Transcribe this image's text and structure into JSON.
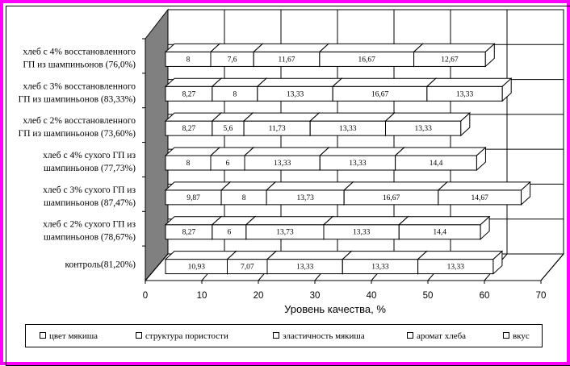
{
  "chart_data": {
    "type": "bar",
    "orientation": "horizontal",
    "stacked": true,
    "xlabel": "Уровень качества, %",
    "xlim": [
      0,
      70
    ],
    "xticks": [
      "0",
      "10",
      "20",
      "30",
      "40",
      "50",
      "60",
      "70"
    ],
    "categories": [
      "хлеб с 4% восстановленного ГП из шампиньонов (76,0%)",
      "хлеб с 3% восстановленного ГП из шампиньонов (83,33%)",
      "хлеб с 2% восстановленного ГП из шампиньонов (73,60%)",
      "хлеб с 4% сухого ГП из шампиньонов (77,73%)",
      "хлеб с 3% сухого ГП из шампиньонов (87,47%)",
      "хлеб с 2% сухого ГП из шампиньонов (78,67%)",
      "контроль(81,20%)"
    ],
    "category_lines": [
      [
        "хлеб с 4% восстановленного",
        "ГП из шампиньонов (76,0%)"
      ],
      [
        "хлеб с 3% восстановленного",
        "ГП из шампиньонов (83,33%)"
      ],
      [
        "хлеб с 2% восстановленного",
        "ГП из шампиньонов (73,60%)"
      ],
      [
        "хлеб с 4% сухого ГП из",
        "шампиньонов (77,73%)"
      ],
      [
        "хлеб с 3% сухого ГП из",
        "шампиньонов (87,47%)"
      ],
      [
        "хлеб с 2% сухого ГП из",
        "шампиньонов (78,67%)"
      ],
      [
        "контроль(81,20%)"
      ]
    ],
    "series": [
      {
        "name": "цвет мякиша",
        "values": [
          8,
          8.27,
          8.27,
          8,
          9.87,
          8.27,
          10.93
        ],
        "labels": [
          "8",
          "8,27",
          "8,27",
          "8",
          "9,87",
          "8,27",
          "10,93"
        ]
      },
      {
        "name": "структура пористости",
        "values": [
          7.6,
          8,
          5.6,
          6,
          8,
          6,
          7.07
        ],
        "labels": [
          "7,6",
          "8",
          "5,6",
          "6",
          "8",
          "6",
          "7,07"
        ]
      },
      {
        "name": "эластичность мякиша",
        "values": [
          11.67,
          13.33,
          11.73,
          13.33,
          13.73,
          13.73,
          13.33
        ],
        "labels": [
          "11,67",
          "13,33",
          "11,73",
          "13,33",
          "13,73",
          "13,73",
          "13,33"
        ]
      },
      {
        "name": "аромат хлеба",
        "values": [
          16.67,
          16.67,
          13.33,
          13.33,
          16.67,
          13.33,
          13.33
        ],
        "labels": [
          "16,67",
          "16,67",
          "13,33",
          "13,33",
          "16,67",
          "13,33",
          "13,33"
        ]
      },
      {
        "name": "вкус",
        "values": [
          12.67,
          13.33,
          13.33,
          14.4,
          14.67,
          14.4,
          13.33
        ],
        "labels": [
          "12,67",
          "13,33",
          "13,33",
          "14,4",
          "14,67",
          "14,4",
          "13,33"
        ]
      }
    ],
    "colors": {
      "bar_fill": "#ffffff",
      "wall": "#808080",
      "frame": "#ff00ff"
    },
    "grid": true,
    "legend_position": "bottom"
  }
}
